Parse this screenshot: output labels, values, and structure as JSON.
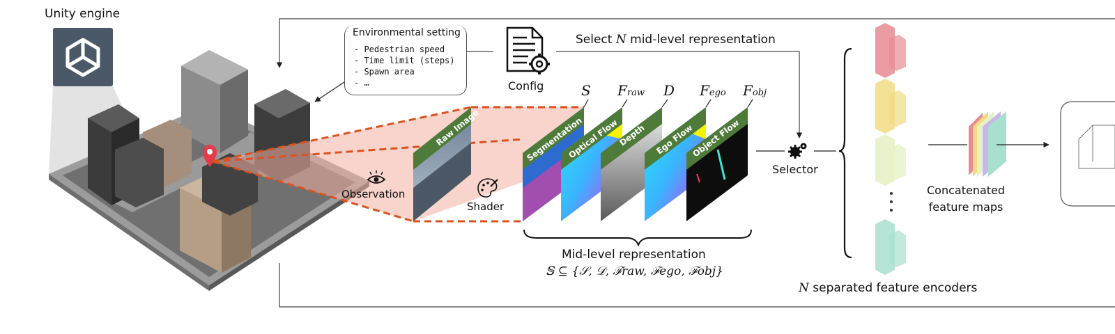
{
  "unity": {
    "title": "Unity engine",
    "logo_icon": "unity-logo-icon"
  },
  "environment": {
    "title": "Environmental setting",
    "items": [
      "- Pedestrian speed",
      "- Time limit (steps)",
      "- Spawn area",
      "- …"
    ]
  },
  "config": {
    "label": "Config",
    "icon": "config-document-gear-icon"
  },
  "selection": {
    "prefix": "Select ",
    "var": "N",
    "suffix": " mid-level representation"
  },
  "observation": {
    "label": "Observation",
    "icon": "eye-icon"
  },
  "shader": {
    "label": "Shader",
    "icon": "palette-icon"
  },
  "raw_image": {
    "label": "Raw Image"
  },
  "representations": [
    {
      "name": "Segmentation",
      "symbol": "S",
      "sub": ""
    },
    {
      "name": "Optical Flow",
      "symbol": "F",
      "sub": "raw"
    },
    {
      "name": "Depth",
      "symbol": "D",
      "sub": ""
    },
    {
      "name": "Ego Flow",
      "symbol": "F",
      "sub": "ego"
    },
    {
      "name": "Object Flow",
      "symbol": "F",
      "sub": "obj"
    }
  ],
  "selector": {
    "label": "Selector",
    "icon": "gears-icon"
  },
  "midlevel": {
    "label": "Mid-level representation",
    "set_expression": "𝕊 ⊆ {𝒮, 𝒟, ℱraw, ℱego, ℱobj}"
  },
  "encoders": {
    "prefix_var": "N",
    "label": " separated feature encoders",
    "colors": [
      "#e88b93",
      "#f1dc82",
      "#e6f2c6",
      "#a9dfcf"
    ]
  },
  "concatenated": {
    "line1": "Concatenated",
    "line2": "feature maps"
  }
}
